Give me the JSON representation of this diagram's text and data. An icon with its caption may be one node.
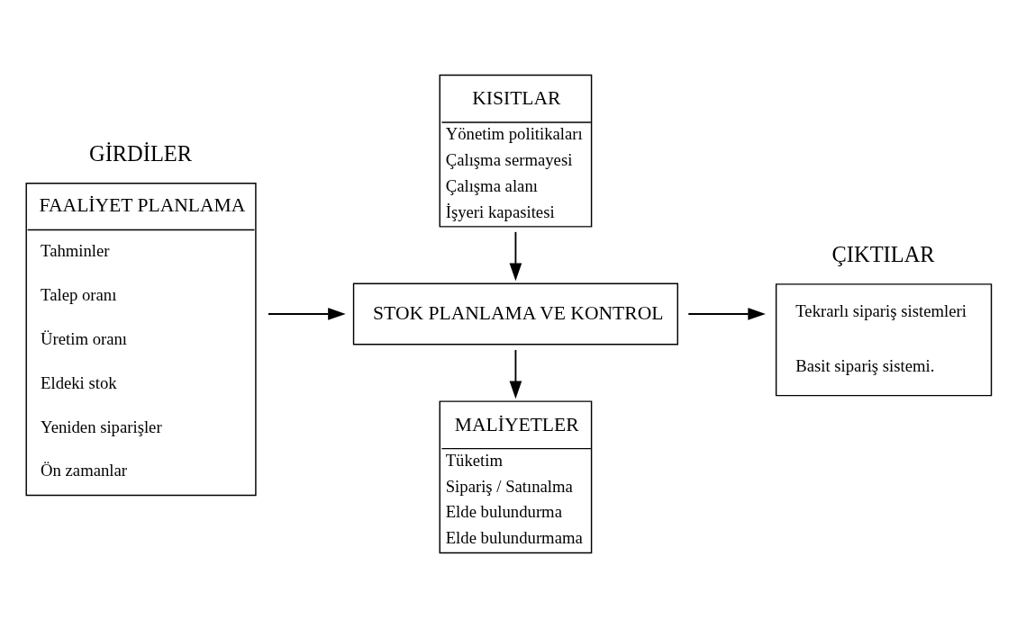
{
  "diagram": {
    "nodes": [
      {
        "text": [
          "KISITLAR",
          "Yönetim politikaları",
          "Çalışma sermayesi",
          "Çalışma alanı",
          "İşyeri kapasitesi"
        ]
      },
      {
        "text": [
          "FAALİYET PLANLAMA",
          "Tahminler",
          "Talep oranı",
          "Üretim oranı",
          "Eldeki stok",
          "Yeniden siparişler",
          "Ön zamanlar"
        ],
        "beside": [
          "GİRDİLER"
        ]
      },
      {
        "text": [
          "STOK PLANLAMA VE KONTROL"
        ]
      },
      {
        "text": [
          "Tekrarlı sipariş sistemleri",
          "Basit sipariş sistemi."
        ],
        "beside": [
          "ÇIKTILAR"
        ]
      },
      {
        "text": [
          "MALİYETLER",
          "Tüketim",
          "Sipariş / Satınalma",
          "Elde bulundurma",
          "Elde bulundurmama"
        ]
      }
    ],
    "edges": [
      {
        "from": 1,
        "to": 2,
        "arrow": "to"
      },
      {
        "from": 0,
        "to": 2,
        "arrow": "to"
      },
      {
        "from": 2,
        "to": 4,
        "arrow": "to"
      },
      {
        "from": 2,
        "to": 3,
        "arrow": "to"
      }
    ]
  }
}
